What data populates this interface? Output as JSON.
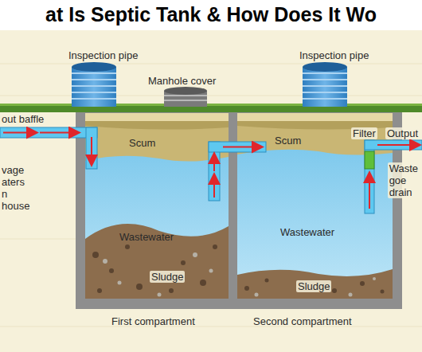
{
  "diagram": {
    "title": "at Is Septic Tank & How Does It Wo",
    "labels": [
      "Inspection pipe",
      "Manhole cover",
      "Inspection pipe",
      "out baffle",
      "Scum",
      "Scum",
      "Filter",
      "Output",
      "vage aters n house",
      "Wastewater",
      "Wastewater",
      "Waste goe drain",
      "Sludge",
      "Sludge",
      "First compartment",
      "Second compartment"
    ]
  }
}
